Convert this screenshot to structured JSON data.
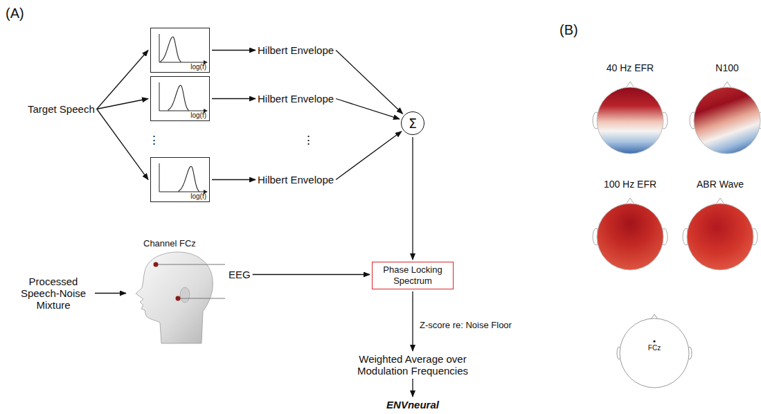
{
  "diagram": {
    "nodes": [
      {
        "text": [
          "Target Speech"
        ]
      },
      {
        "text": [
          "log(f)"
        ]
      },
      {
        "text": [
          "log(f)"
        ]
      },
      {
        "text": [
          "log(f)"
        ]
      },
      {
        "text": [
          "Hilbert Envelope"
        ]
      },
      {
        "text": [
          "Hilbert Envelope"
        ]
      },
      {
        "text": [
          "Hilbert Envelope"
        ]
      },
      {
        "text": [
          "Σ"
        ]
      },
      {
        "text": [
          "Processed Speech-Noise Mixture"
        ]
      },
      {
        "text": [
          "Channel FCz"
        ]
      },
      {
        "text": [
          "EEG"
        ]
      },
      {
        "text": [
          "Phase Locking Spectrum"
        ]
      },
      {
        "text": [
          "Weighted Average over Modulation Frequencies"
        ]
      },
      {
        "text": [
          "ENVneural"
        ]
      },
      {
        "text": [
          "40 Hz EFR"
        ]
      },
      {
        "text": [
          "N100"
        ]
      },
      {
        "text": [
          "100 Hz EFR"
        ]
      },
      {
        "text": [
          "ABR Wave"
        ]
      },
      {
        "text": [
          "FCz"
        ]
      }
    ],
    "edges": [
      {
        "from": 0,
        "to": 1,
        "arrow": "to"
      },
      {
        "from": 0,
        "to": 2,
        "arrow": "to"
      },
      {
        "from": 0,
        "to": 3,
        "arrow": "to"
      },
      {
        "from": 1,
        "to": 4,
        "arrow": "to"
      },
      {
        "from": 2,
        "to": 5,
        "arrow": "to"
      },
      {
        "from": 3,
        "to": 6,
        "arrow": "to"
      },
      {
        "from": 4,
        "to": 7,
        "arrow": "to"
      },
      {
        "from": 5,
        "to": 7,
        "arrow": "to"
      },
      {
        "from": 6,
        "to": 7,
        "arrow": "to"
      },
      {
        "from": 7,
        "to": 11,
        "arrow": "to"
      },
      {
        "from": 8,
        "to": 9,
        "arrow": "to"
      },
      {
        "from": 10,
        "to": 11,
        "arrow": "to"
      },
      {
        "from": 11,
        "to": 12,
        "label": "Z-score re: Noise Floor",
        "arrow": "to"
      },
      {
        "from": 12,
        "to": 13,
        "arrow": "to"
      }
    ],
    "labels": [
      "(A)",
      "(B)",
      "⋮",
      "⋮"
    ]
  }
}
